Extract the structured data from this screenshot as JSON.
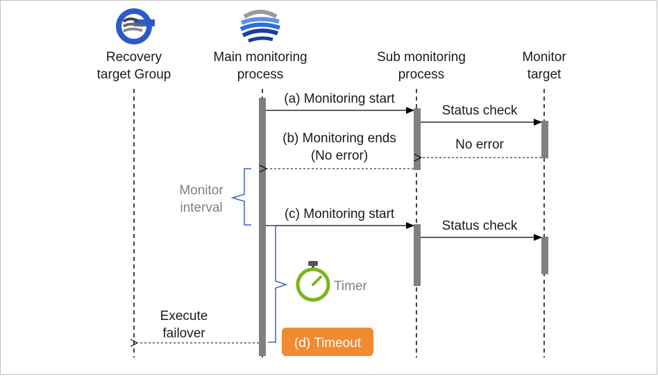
{
  "lifelines": {
    "recovery": {
      "line1": "Recovery",
      "line2": "target Group"
    },
    "main": {
      "line1": "Main monitoring",
      "line2": "process"
    },
    "sub": {
      "line1": "Sub monitoring",
      "line2": "process"
    },
    "target": {
      "line1": "Monitor",
      "line2": "target"
    }
  },
  "messages": {
    "a": "(a) Monitoring start",
    "status1": "Status check",
    "no_error": "No error",
    "b_line1": "(b) Monitoring ends",
    "b_line2": "(No error)",
    "c": "(c) Monitoring start",
    "status2": "Status check",
    "failover_line1": "Execute",
    "failover_line2": "failover"
  },
  "annotations": {
    "interval_line1": "Monitor",
    "interval_line2": "interval",
    "timer": "Timer",
    "timeout": "(d) Timeout"
  },
  "colors": {
    "activation_bar": "#808080",
    "brace": "#3a63b8",
    "timer": "#7ab51d",
    "timeout_bg": "#f28a30",
    "logo_blue": "#2c5bc7",
    "logo_dark": "#1a3e9a"
  }
}
